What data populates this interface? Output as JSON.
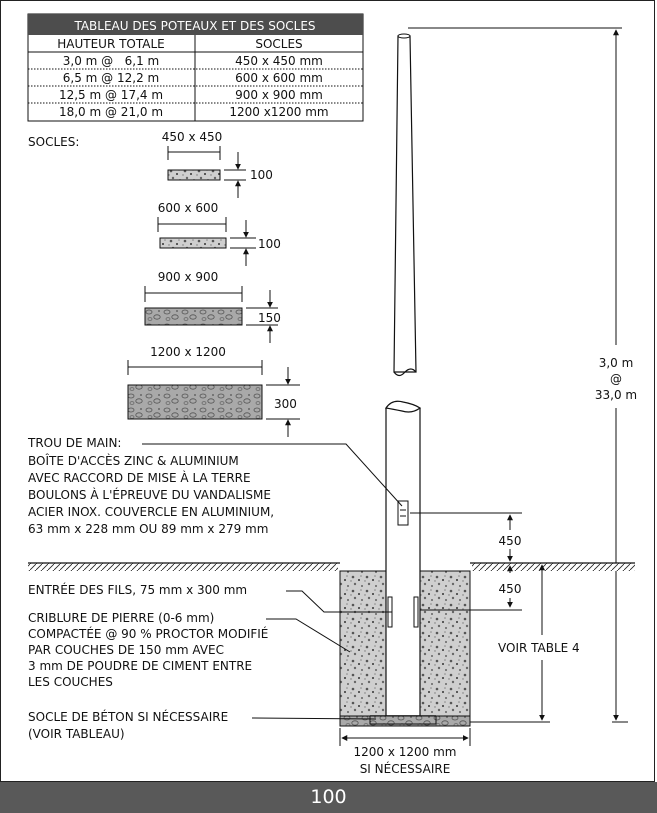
{
  "table": {
    "title": "TABLEAU DES POTEAUX ET DES SOCLES",
    "headers": [
      "HAUTEUR TOTALE",
      "SOCLES"
    ],
    "rows": [
      [
        "3,0 m @   6,1 m",
        "450 x 450 mm"
      ],
      [
        "6,5 m @ 12,2 m",
        "600 x 600 mm"
      ],
      [
        "12,5 m @ 17,4 m",
        "900 x 900 mm"
      ],
      [
        "18,0 m @ 21,0 m",
        "1200 x1200 mm"
      ]
    ]
  },
  "socles": {
    "label": "SOCLES:",
    "items": [
      {
        "size": "450 x 450",
        "height": "100"
      },
      {
        "size": "600 x 600",
        "height": "100"
      },
      {
        "size": "900 x 900",
        "height": "150"
      },
      {
        "size": "1200 x 1200",
        "height": "300"
      }
    ]
  },
  "pole_height": [
    "3,0 m",
    "@",
    "33,0 m"
  ],
  "handhole": [
    "TROU DE MAIN:",
    "BOÎTE D'ACCÈS ZINC & ALUMINIUM",
    "AVEC RACCORD DE MISE À LA TERRE",
    "BOULONS À L'ÉPREUVE DU VANDALISME",
    "ACIER INOX. COUVERCLE EN ALUMINIUM,",
    "63 mm x 228 mm OU 89 mm x 279 mm"
  ],
  "dim_450_a": "450",
  "dim_450_b": "450",
  "wire_entry": "ENTRÉE DES FILS, 75 mm x 300 mm",
  "gravel": [
    "CRIBLURE DE PIERRE (0-6 mm)",
    "COMPACTÉE @ 90 % PROCTOR MODIFIÉ",
    "PAR COUCHES DE 150 mm AVEC",
    "3 mm DE POUDRE DE CIMENT ENTRE",
    "LES COUCHES"
  ],
  "voir_table": "VOIR TABLE 4",
  "concrete": [
    "SOCLE DE BÉTON SI NÉCESSAIRE",
    "(VOIR TABLEAU)"
  ],
  "base_dim": [
    "1200 x 1200 mm",
    "SI NÉCESSAIRE"
  ],
  "page_number": "100"
}
